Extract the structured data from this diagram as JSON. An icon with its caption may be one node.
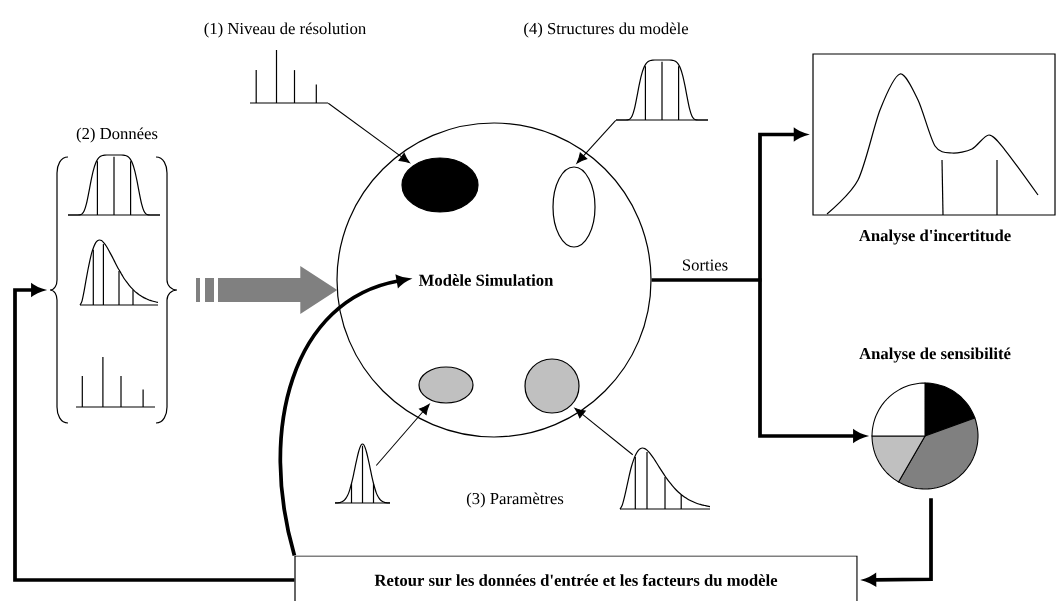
{
  "diagram": {
    "nodes": [
      {
        "text": [
          "Modèle Simulation"
        ]
      },
      {
        "text": [],
        "shape": "circle",
        "in": 0
      },
      {
        "text": [],
        "shape": "circle",
        "in": 0
      },
      {
        "text": [],
        "shape": "circle",
        "in": 0
      },
      {
        "text": [],
        "shape": "circle",
        "in": 0
      },
      {
        "text": [
          "(1) Niveau de résolution"
        ]
      },
      {
        "text": [
          "(4) Structures du modèle"
        ]
      },
      {
        "text": [],
        "shape": "picture"
      },
      {
        "text": [],
        "shape": "picture"
      },
      {
        "text": [
          "(2) Données"
        ]
      },
      {
        "text": [
          "Analyse d'incertitude"
        ]
      },
      {
        "text": [
          "Analyse de sensibilité"
        ]
      },
      {
        "text": [
          "Retour sur les données d'entrée et les facteurs du modèle"
        ]
      }
    ],
    "edges": [
      {
        "from": 5,
        "to": 1,
        "arrow": "to"
      },
      {
        "from": 6,
        "to": 2,
        "arrow": "to"
      },
      {
        "from": 7,
        "to": 3,
        "arrow": "to"
      },
      {
        "from": 8,
        "to": 4,
        "arrow": "to"
      },
      {
        "from": 9,
        "to": 0,
        "arrow": "to",
        "style": "thick",
        "color": "#808080"
      },
      {
        "from": 0,
        "to": 10,
        "arrow": "to",
        "label": "Sorties"
      },
      {
        "from": 0,
        "to": 11,
        "arrow": "to"
      },
      {
        "from": 11,
        "to": 12,
        "arrow": "to"
      },
      {
        "from": 12,
        "to": 9,
        "arrow": "to"
      },
      {
        "from": 12,
        "to": 0,
        "arrow": "to"
      }
    ],
    "labels": [
      "(3) Paramètres"
    ]
  }
}
